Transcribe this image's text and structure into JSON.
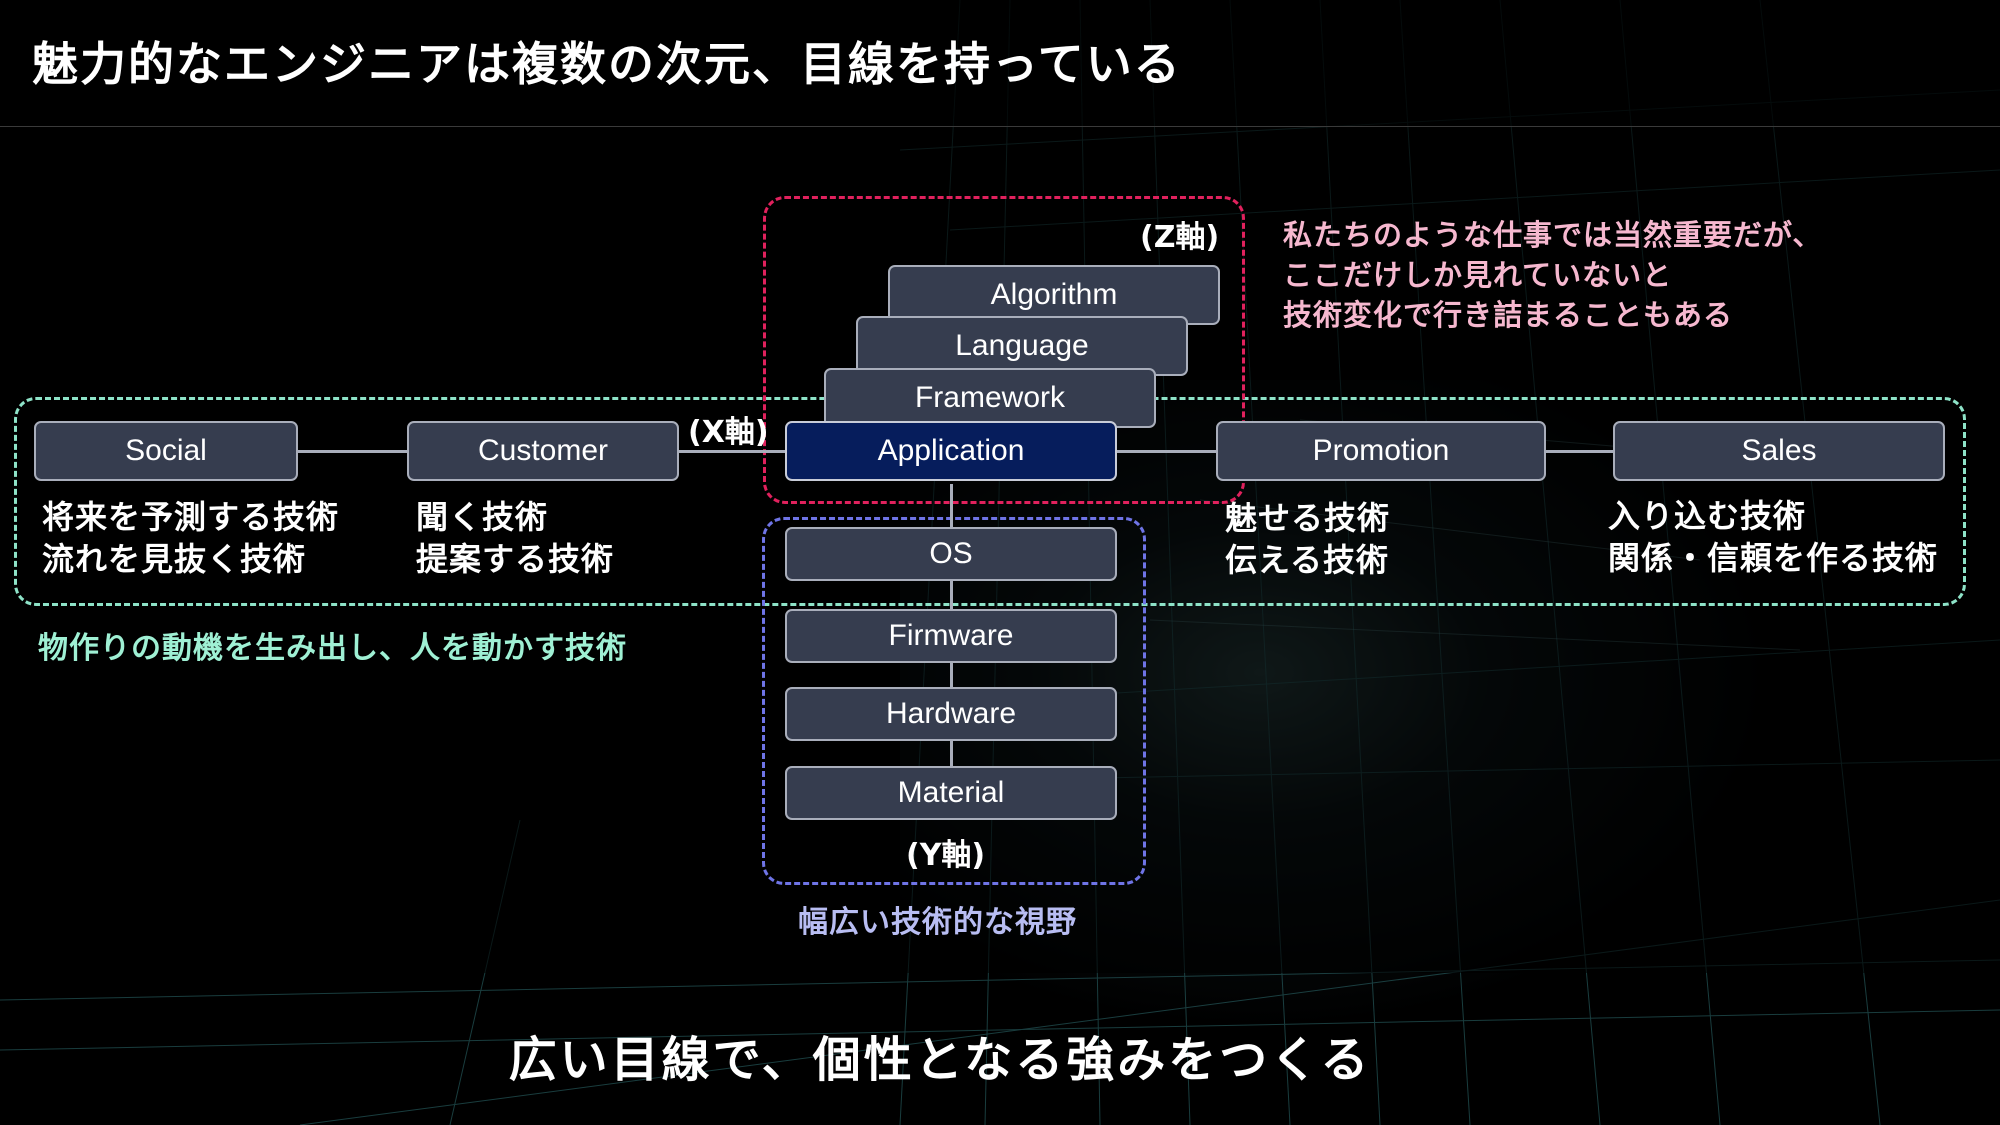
{
  "header": {
    "title": "魅力的なエンジニアは複数の次元、目線を持っている"
  },
  "x_axis": {
    "label": "(X軸)",
    "boxes": [
      "Social",
      "Customer",
      "Application",
      "Promotion",
      "Sales"
    ],
    "descriptions": [
      [
        "将来を予測する技術",
        "流れを見抜く技術"
      ],
      [
        "聞く技術",
        "提案する技術"
      ],
      [
        "魅せる技術",
        "伝える技術"
      ],
      [
        "入り込む技術",
        "関係・信頼を作る技術"
      ]
    ],
    "note": "物作りの動機を生み出し、人を動かす技術"
  },
  "z_axis": {
    "label": "(Z軸)",
    "boxes": [
      "Algorithm",
      "Language",
      "Framework"
    ],
    "note": [
      "私たちのような仕事では当然重要だが、",
      "ここだけしか見れていないと",
      "技術変化で行き詰まることもある"
    ]
  },
  "y_axis": {
    "label": "(Y軸)",
    "boxes": [
      "OS",
      "Firmware",
      "Hardware",
      "Material"
    ],
    "note": "幅広い技術的な視野"
  },
  "footer": {
    "text": "広い目線で、個性となる強みをつくる"
  },
  "colors": {
    "x_region": "#8ee3c8",
    "z_region": "#e0215d",
    "y_region": "#6f74e6",
    "active_box": "#061d5c",
    "box": "#363d4f",
    "z_note": "#f6b8cf",
    "x_note": "#9ff0d4",
    "y_note": "#b8bdf2"
  }
}
